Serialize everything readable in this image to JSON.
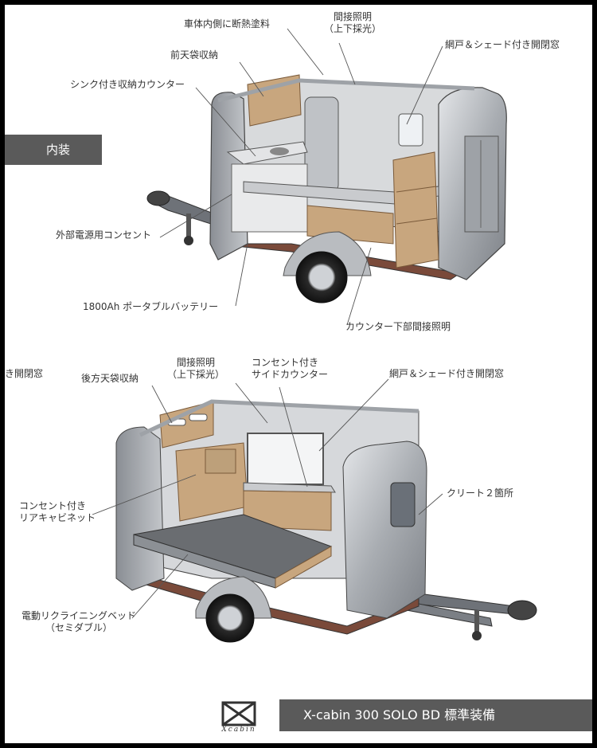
{
  "interior_section": {
    "tag_label": "内装",
    "labels": {
      "insulation_paint": "車体内側に断熱塗料",
      "indirect_light_l1": "間接照明",
      "indirect_light_l2": "（上下採光）",
      "window_screen_shade": "網戸＆シェード付き開閉窓",
      "front_ceiling_storage": "前天袋収納",
      "sink_counter": "シンク付き収納カウンター",
      "external_outlet": "外部電源用コンセント",
      "portable_battery": "1800Ah ポータブルバッテリー",
      "under_counter_light": "カウンター下部間接照明"
    }
  },
  "bed_section": {
    "labels": {
      "window_cut_left": "き開閉窓",
      "rear_ceiling_storage": "後方天袋収納",
      "indirect_light_l1": "間接照明",
      "indirect_light_l2": "（上下採光）",
      "side_counter_l1": "コンセント付き",
      "side_counter_l2": "サイドカウンター",
      "window_screen_shade": "網戸＆シェード付き開閉窓",
      "rear_cabinet_l1": "コンセント付き",
      "rear_cabinet_l2": "リアキャビネット",
      "cleat": "クリート２箇所",
      "electric_bed_l1": "電動リクライニングベッド",
      "electric_bed_l2": "（セミダブル）"
    }
  },
  "footer": {
    "title": "X-cabin 300 SOLO BD 標準装備",
    "logo_word": "Xcabin"
  },
  "colors": {
    "frame_bg": "#000000",
    "page_bg": "#ffffff",
    "tag_bg": "#5a5a5a",
    "shell_silver": "#b9bcc0",
    "wood": "#c8a67e",
    "dark_gray": "#555555"
  }
}
